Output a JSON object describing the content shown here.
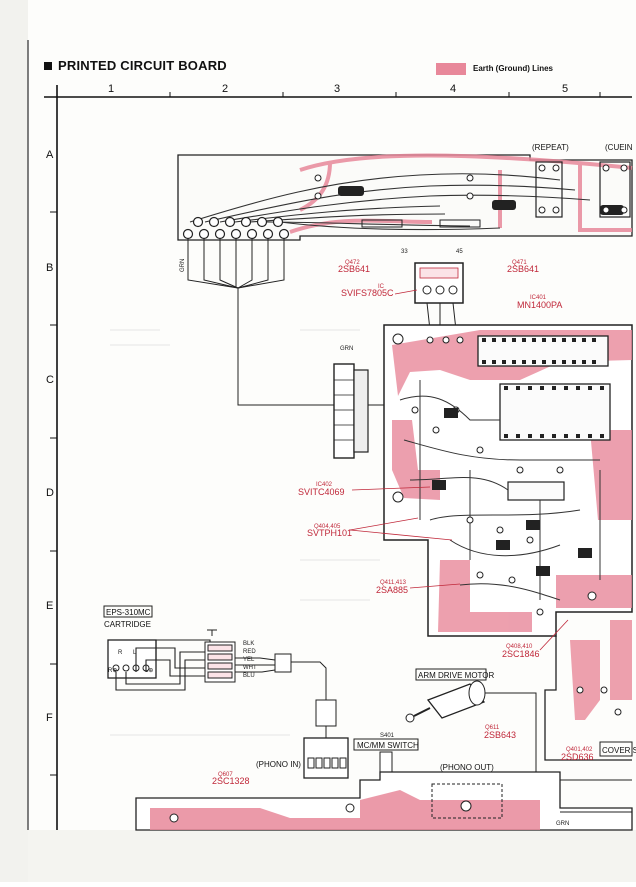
{
  "header": {
    "title": "PRINTED CIRCUIT BOARD",
    "legend": "Earth (Ground) Lines"
  },
  "grid": {
    "columns": [
      "1",
      "2",
      "3",
      "4",
      "5"
    ],
    "rows": [
      "A",
      "B",
      "C",
      "D",
      "E",
      "F"
    ]
  },
  "colors": {
    "earth": "#e8889a",
    "parts": "#c0283a",
    "trace": "#222222"
  },
  "labels": {
    "repeat": "(REPEAT)",
    "cueing": "(CUEIN",
    "q472_ref": "Q472",
    "q472_part": "2SB641",
    "q471_ref": "Q471",
    "q471_part": "2SB641",
    "ic_reg_ref": "IC",
    "ic_reg_part": "SVIFS7805C",
    "ic401_ref": "IC401",
    "ic401_part": "MN1400PA",
    "grn_left": "GRN",
    "grn_mid": "GRN",
    "grn_bottom": "GRN",
    "ic_cd_ref": "IC402",
    "ic_cd_part": "SVITC4069",
    "q_tp_ref": "Q404,405",
    "q_tp_part": "SVTPH101",
    "q_a885_ref": "Q411,413",
    "q_a885_part": "2SA885",
    "q_c1846_ref": "Q408,410",
    "q_c1846_part": "2SC1846",
    "q_b643_ref": "Q611",
    "q_b643_part": "2SB643",
    "q_d636_ref": "Q401,402",
    "q_d636_part": "2SD636",
    "q_c1328_ref": "Q607",
    "q_c1328_part": "2SC1328",
    "cartridge_model": "EPS-310MC",
    "cartridge": "CARTRIDGE",
    "wire_blk": "BLK",
    "wire_red": "RED",
    "wire_yel": "YEL",
    "wire_wht": "WHT",
    "wire_blu": "BLU",
    "arm_motor": "ARM DRIVE MOTOR",
    "s401": "S401",
    "mcmm_switch": "MC/MM SWITCH",
    "phono_in": "(PHONO IN)",
    "phono_out": "(PHONO OUT)",
    "cover_s": "COVER S",
    "pin33": "33",
    "pin45": "45",
    "pol_r": "R",
    "pol_l": "L",
    "pol_rg": "R⊕",
    "pol_lg": "L⊕"
  }
}
